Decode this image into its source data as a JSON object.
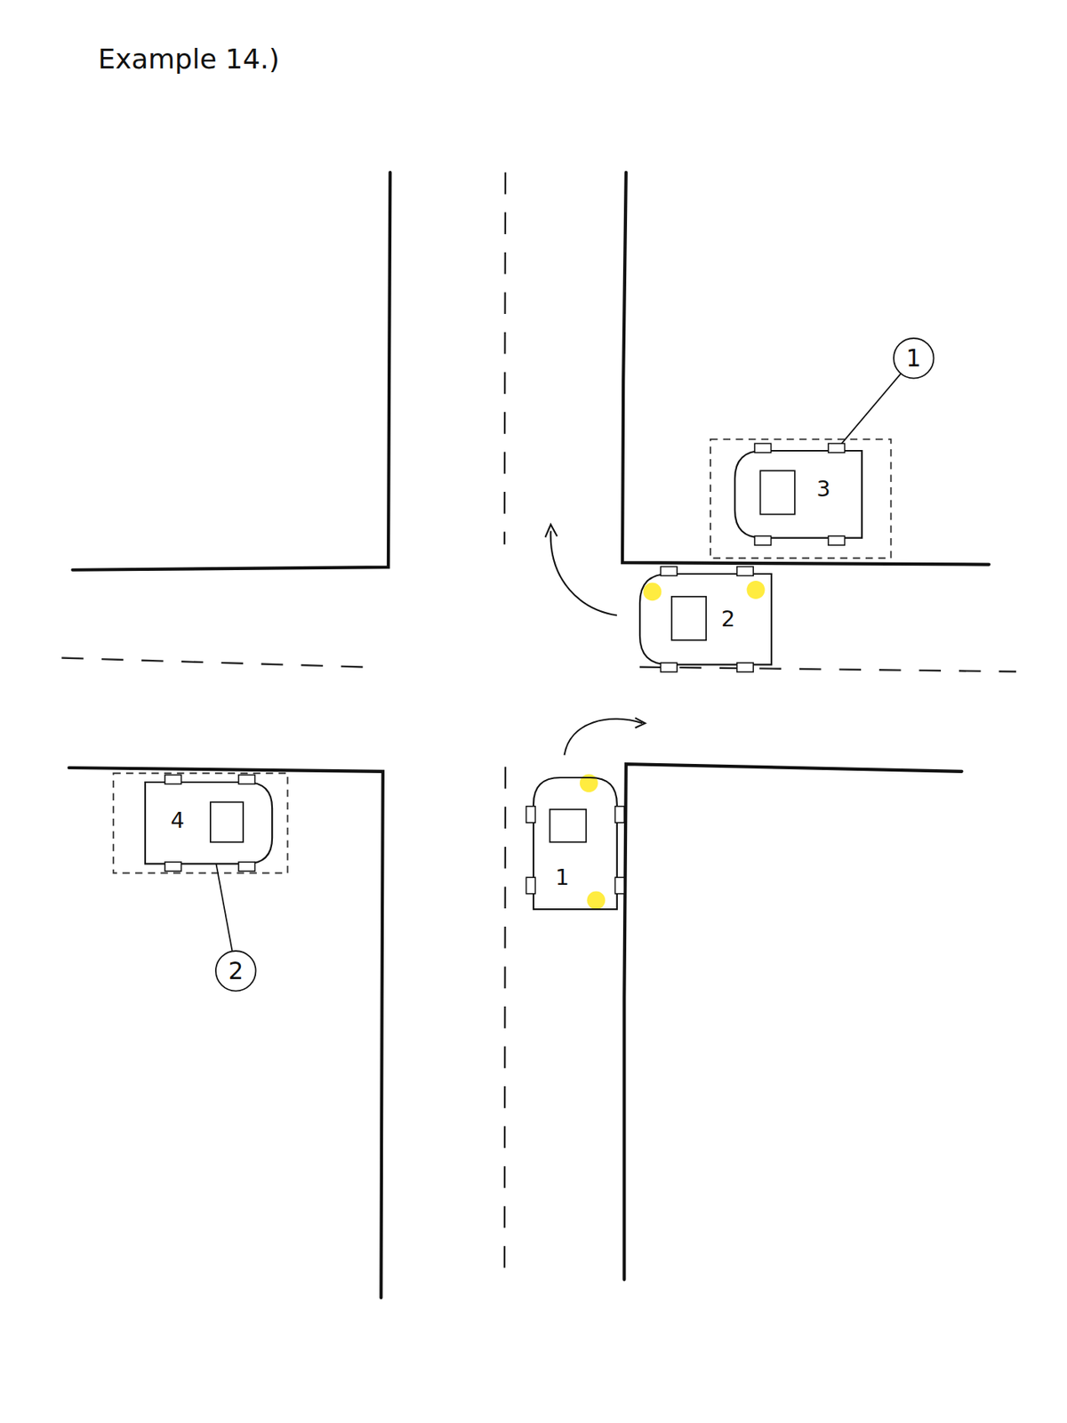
{
  "diagram": {
    "title": "Example 14.)",
    "nodes": [
      {
        "text": [
          "1"
        ]
      },
      {
        "text": [
          "3"
        ]
      },
      {
        "text": [
          "2"
        ]
      },
      {
        "text": [
          "4"
        ]
      },
      {
        "text": [
          "1"
        ]
      },
      {
        "text": [
          "2"
        ]
      }
    ],
    "edges": [
      {
        "from": 0,
        "to": 1,
        "arrow": "none"
      },
      {
        "from": 5,
        "to": 3,
        "arrow": "none"
      }
    ]
  }
}
